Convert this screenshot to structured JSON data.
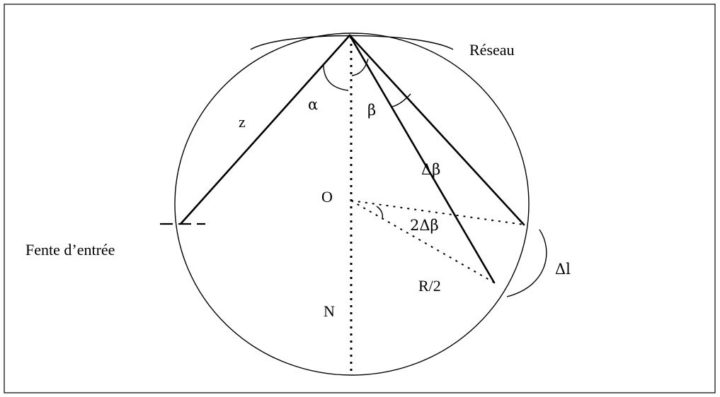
{
  "diagram": {
    "labels": {
      "grating": "Réseau",
      "entrance_slit": "Fente d’entrée",
      "center": "O",
      "point_n": "N",
      "distance": "z",
      "alpha": "α",
      "beta": "β",
      "delta_beta": "Δβ",
      "two_delta_beta": "2Δβ",
      "radius": "R/2",
      "delta_l": "Δl"
    },
    "stroke_color": "#000000",
    "background": "#ffffff"
  }
}
